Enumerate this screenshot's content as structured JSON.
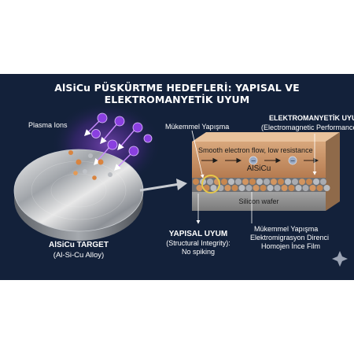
{
  "title": "AlSiCu PÜSKÜRTME HEDEFLERİ: YAPISAL VE ELEKTROMANYETİK UYUM",
  "plasma_label": "Plasma Ions",
  "target": {
    "name": "AlSiCu TARGET",
    "sub": "(Al-Si-Cu Alloy)"
  },
  "layers": {
    "film_label": "AlSiCu",
    "flow_label": "Smooth electron flow, low resistance",
    "wafer_label": "Silicon wafer"
  },
  "callouts": {
    "adhesion": "Mükemmel Yapışma",
    "em_title": "ELEKTROMANYETİK UYUM",
    "em_sub": "(Electromagnetic Performance)",
    "structural_title": "YAPISAL UYUM",
    "structural_sub1": "(Structural Integrity):",
    "structural_sub2": "No spiking",
    "benefits": [
      "Mükemmel Yapışma",
      "Elektromigrasyon Direnci",
      "Homojen İnce Film"
    ]
  },
  "colors": {
    "background": "#13213a",
    "plasma": "#9b4fe6",
    "film": "#c28a5e",
    "wafer": "#8e8e8e",
    "highlight": "#e6c84a"
  }
}
